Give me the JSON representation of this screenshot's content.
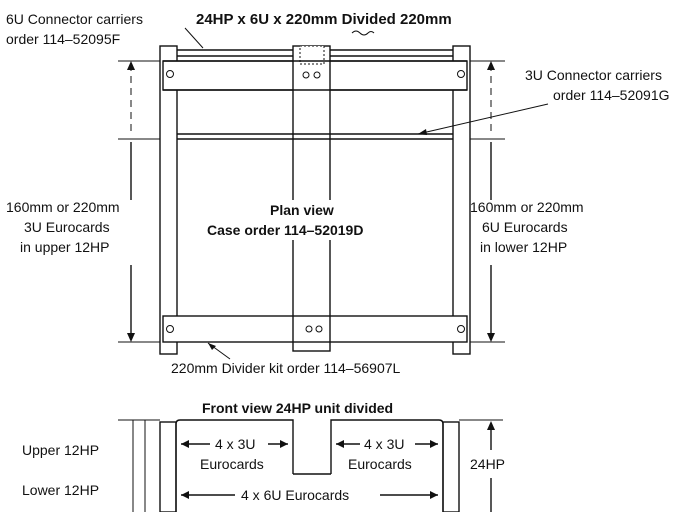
{
  "labels": {
    "title": "24HP x 6U x 220mm Divided 220mm",
    "connector_6u_line1": "6U Connector carriers",
    "connector_6u_line2": "order 114–52095F",
    "connector_3u_line1": "3U Connector carriers",
    "connector_3u_line2": "order 114–52091G",
    "left_note_line1": "160mm or 220mm",
    "left_note_line2": "3U Eurocards",
    "left_note_line3": "in upper 12HP",
    "right_note_line1": "160mm or 220mm",
    "right_note_line2": "6U Eurocards",
    "right_note_line3": "in lower 12HP",
    "plan_view_line1": "Plan view",
    "plan_view_line2": "Case order 114–52019D",
    "divider_kit": "220mm Divider kit order 114–56907L",
    "front_view_title": "Front view 24HP unit divided",
    "upper_12hp": "Upper 12HP",
    "lower_12hp": "Lower 12HP",
    "eurocards_3u_left_line1": "4 x 3U",
    "eurocards_3u_left_line2": "Eurocards",
    "eurocards_3u_right_line1": "4 x 3U",
    "eurocards_3u_right_line2": "Eurocards",
    "eurocards_6u": "4 x 6U Eurocards",
    "hp_24": "24HP"
  },
  "colors": {
    "ink": "#111111",
    "paper": "#ffffff"
  }
}
